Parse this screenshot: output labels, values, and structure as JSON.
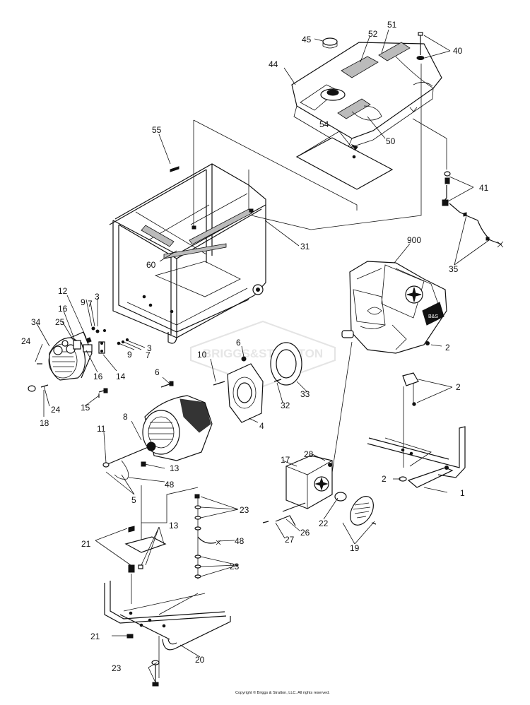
{
  "watermark": "BRIGGS&STRATTON",
  "copyright": "Copyright © Briggs & Stratton, LLC. All rights reserved.",
  "callouts": [
    "1",
    "2",
    "2",
    "2",
    "3",
    "3",
    "4",
    "5",
    "6",
    "6",
    "7",
    "7",
    "8",
    "9",
    "9",
    "10",
    "11",
    "12",
    "13",
    "13",
    "14",
    "15",
    "16",
    "16",
    "17",
    "18",
    "19",
    "20",
    "21",
    "21",
    "22",
    "23",
    "23",
    "23",
    "24",
    "24",
    "25",
    "26",
    "27",
    "28",
    "31",
    "32",
    "33",
    "34",
    "35",
    "40",
    "41",
    "44",
    "45",
    "48",
    "48",
    "50",
    "51",
    "52",
    "54",
    "55",
    "60",
    "900"
  ],
  "labels": [
    {
      "n": "1"
    },
    {
      "n": "2"
    },
    {
      "n": "2"
    },
    {
      "n": "2"
    },
    {
      "n": "3"
    },
    {
      "n": "3"
    },
    {
      "n": "4"
    },
    {
      "n": "5"
    },
    {
      "n": "6"
    },
    {
      "n": "6"
    },
    {
      "n": "7"
    },
    {
      "n": "7"
    },
    {
      "n": "8"
    },
    {
      "n": "9"
    },
    {
      "n": "9"
    },
    {
      "n": "10"
    },
    {
      "n": "11"
    },
    {
      "n": "12"
    },
    {
      "n": "13"
    },
    {
      "n": "13"
    },
    {
      "n": "14"
    },
    {
      "n": "15"
    },
    {
      "n": "16"
    },
    {
      "n": "16"
    },
    {
      "n": "17"
    },
    {
      "n": "18"
    },
    {
      "n": "19"
    },
    {
      "n": "20"
    },
    {
      "n": "21"
    },
    {
      "n": "21"
    },
    {
      "n": "22"
    },
    {
      "n": "23"
    },
    {
      "n": "23"
    },
    {
      "n": "23"
    },
    {
      "n": "24"
    },
    {
      "n": "24"
    },
    {
      "n": "25"
    },
    {
      "n": "26"
    },
    {
      "n": "27"
    },
    {
      "n": "28"
    },
    {
      "n": "31"
    },
    {
      "n": "32"
    },
    {
      "n": "33"
    },
    {
      "n": "34"
    },
    {
      "n": "35"
    },
    {
      "n": "40"
    },
    {
      "n": "41"
    },
    {
      "n": "44"
    },
    {
      "n": "45"
    },
    {
      "n": "48"
    },
    {
      "n": "48"
    },
    {
      "n": "50"
    },
    {
      "n": "51"
    },
    {
      "n": "52"
    },
    {
      "n": "54"
    },
    {
      "n": "55"
    },
    {
      "n": "60"
    },
    {
      "n": "900"
    }
  ]
}
